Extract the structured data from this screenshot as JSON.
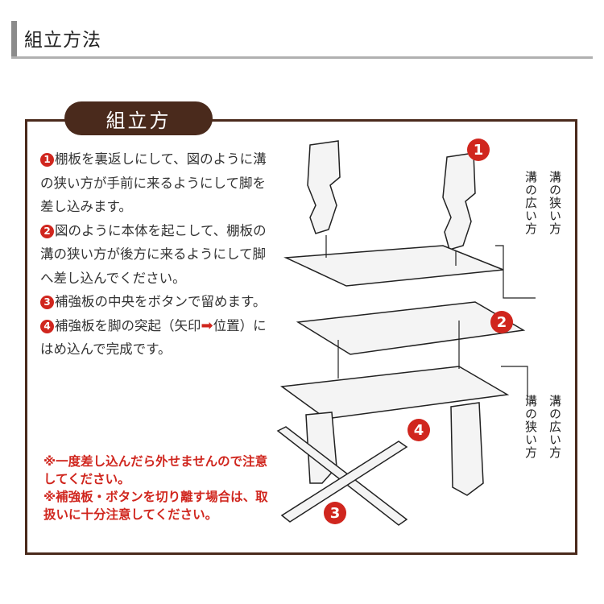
{
  "header": {
    "title": "組立方法"
  },
  "panel": {
    "badge": "組立方"
  },
  "steps": [
    {
      "num": "1",
      "text": "棚板を裏返しにして、図のように溝の狭い方が手前に来るようにして脚を差し込みます。"
    },
    {
      "num": "2",
      "text": "図のように本体を起こして、棚板の溝の狭い方が後方に来るようにして脚へ差し込んでください。"
    },
    {
      "num": "3",
      "text": "補強板の中央をボタンで留めます。"
    },
    {
      "num": "4",
      "text_before": "補強板を脚の突起（矢印",
      "text_after": "位置）にはめ込んで完成です。"
    }
  ],
  "warnings": [
    "※一度差し込んだら外せませんので注意してください。",
    "※補強板・ボタンを切り離す場合は、取扱いに十分注意してください。"
  ],
  "diagram": {
    "markers": [
      "1",
      "2",
      "3",
      "4"
    ],
    "labels_top": [
      "溝の狭い方",
      "溝の広い方"
    ],
    "labels_bottom": [
      "溝の広い方",
      "溝の狭い方"
    ]
  },
  "colors": {
    "accent": "#d0261e",
    "frame": "#4a2a1c",
    "header_bar": "#8b8b8b"
  }
}
